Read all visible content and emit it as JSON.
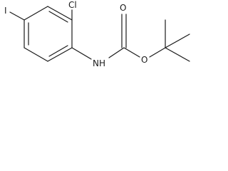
{
  "molecule": {
    "atoms": {
      "iodine": "I",
      "chlorine": "Cl",
      "amine": "NH",
      "carbonyl_oxygen": "O",
      "ether_oxygen": "O"
    },
    "colors": {
      "ink": "#1a1a1a",
      "background": "#ffffff"
    }
  }
}
